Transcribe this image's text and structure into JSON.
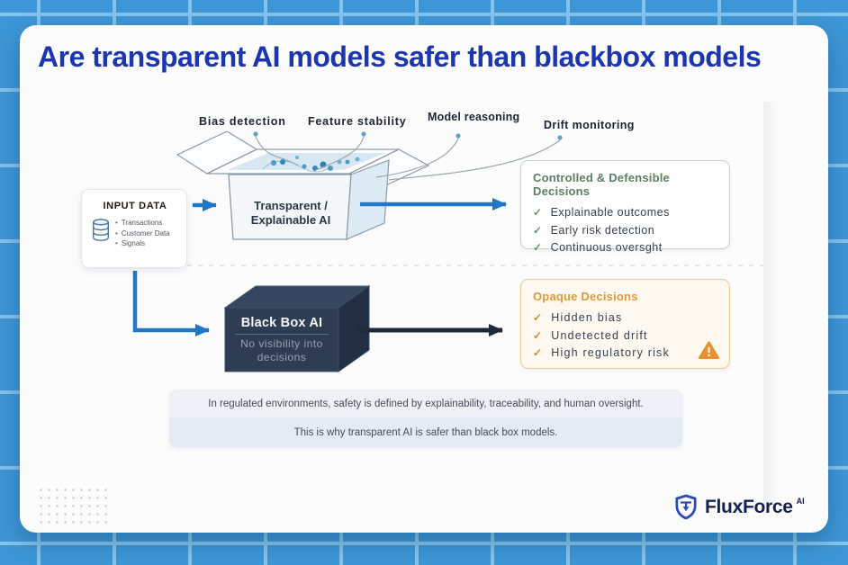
{
  "title": "Are transparent AI models safer than blackbox models",
  "pipeline_labels": [
    "Bias detection",
    "Feature stability",
    "Model reasoning",
    "Drift monitoring"
  ],
  "input_box": {
    "title": "INPUT DATA",
    "items": [
      "Transactions",
      "Customer Data",
      "Signals"
    ]
  },
  "transparent_model": {
    "line1": "Transparent /",
    "line2": "Explainable AI"
  },
  "black_box_model": {
    "title": "Black Box AI",
    "subtitle": "No visibility into decisions"
  },
  "controlled_box": {
    "title": "Controlled & Defensible Decisions",
    "items": [
      "Explainable outcomes",
      "Early risk detection",
      "Continuous oversght"
    ]
  },
  "opaque_box": {
    "title": "Opaque Decisions",
    "items": [
      "Hidden bias",
      "Undetected drift",
      "High regulatory risk"
    ]
  },
  "footer_notes": {
    "line1": "In regulated environments, safety is defined by explainability, traceability, and human oversight.",
    "line2": "This is why transparent AI is safer than black box models."
  },
  "brand": {
    "name": "FluxForce",
    "suffix": "AI"
  },
  "icons": {
    "check": "✓",
    "warning": "!"
  },
  "colors": {
    "background_blue": "#3e97d8",
    "grid_line": "#85c4ec",
    "title_blue": "#1c36af",
    "arrow_blue": "#2077c6",
    "black_box_navy": "#2e3d53",
    "success_green": "#5c7f61",
    "warning_orange": "#de9b3b",
    "logo_blue": "#2a4ab8",
    "logo_text_navy": "#15204e"
  }
}
